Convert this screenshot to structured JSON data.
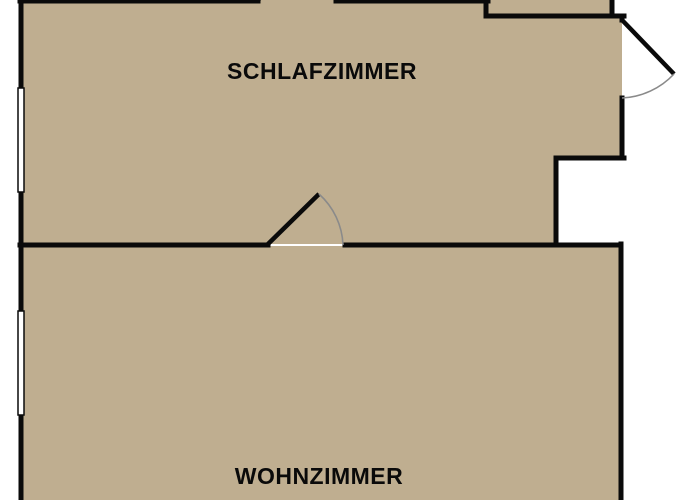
{
  "plan": {
    "colors": {
      "floor": "#bfae90",
      "wall": "#0a0a0a",
      "background": "#ffffff",
      "door_swing": "#8a8a8a",
      "window": "#ffffff"
    },
    "rooms": [
      {
        "id": "bedroom",
        "label": "SCHLAFZIMMER"
      },
      {
        "id": "living",
        "label": "WOHNZIMMER"
      }
    ]
  }
}
